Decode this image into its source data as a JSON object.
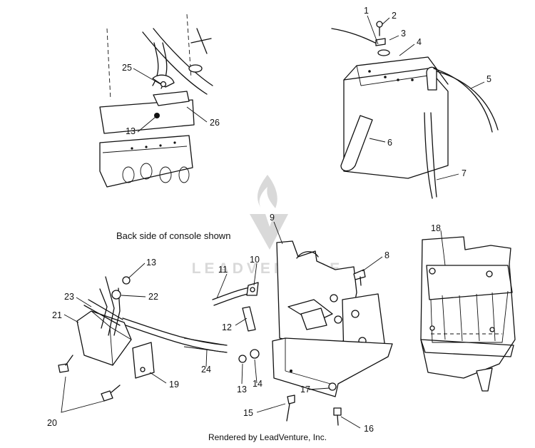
{
  "caption": "Back side of console shown",
  "footer": "Rendered by LeadVenture, Inc.",
  "watermark": {
    "text": "LEADVENTURE",
    "color": "#d6d6d6"
  },
  "callouts": [
    {
      "id": "c1",
      "label": "1"
    },
    {
      "id": "c2",
      "label": "2"
    },
    {
      "id": "c3",
      "label": "3"
    },
    {
      "id": "c4",
      "label": "4"
    },
    {
      "id": "c5",
      "label": "5"
    },
    {
      "id": "c6",
      "label": "6"
    },
    {
      "id": "c7",
      "label": "7"
    },
    {
      "id": "c8",
      "label": "8"
    },
    {
      "id": "c9",
      "label": "9"
    },
    {
      "id": "c10",
      "label": "10"
    },
    {
      "id": "c11",
      "label": "11"
    },
    {
      "id": "c12",
      "label": "12"
    },
    {
      "id": "c13a",
      "label": "13"
    },
    {
      "id": "c13b",
      "label": "13"
    },
    {
      "id": "c13c",
      "label": "13"
    },
    {
      "id": "c14",
      "label": "14"
    },
    {
      "id": "c15",
      "label": "15"
    },
    {
      "id": "c16",
      "label": "16"
    },
    {
      "id": "c17",
      "label": "17"
    },
    {
      "id": "c18",
      "label": "18"
    },
    {
      "id": "c19",
      "label": "19"
    },
    {
      "id": "c20",
      "label": "20"
    },
    {
      "id": "c21",
      "label": "21"
    },
    {
      "id": "c22",
      "label": "22"
    },
    {
      "id": "c23",
      "label": "23"
    },
    {
      "id": "c24",
      "label": "24"
    },
    {
      "id": "c25",
      "label": "25"
    },
    {
      "id": "c26",
      "label": "26"
    }
  ]
}
